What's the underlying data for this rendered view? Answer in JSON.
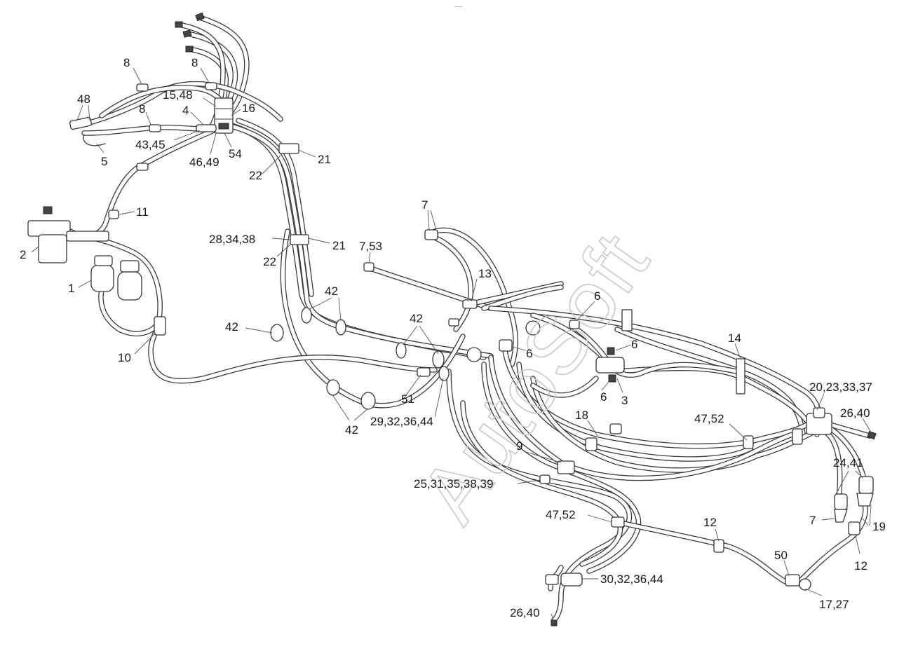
{
  "watermark": "AutoSoft",
  "top_mark": "‒‒",
  "callouts": [
    {
      "id": "c-8a",
      "text": "8"
    },
    {
      "id": "c-8b",
      "text": "8"
    },
    {
      "id": "c-48",
      "text": "48"
    },
    {
      "id": "c-8c",
      "text": "8"
    },
    {
      "id": "c-15-48",
      "text": "15,48"
    },
    {
      "id": "c-4",
      "text": "4"
    },
    {
      "id": "c-16",
      "text": "16"
    },
    {
      "id": "c-43-45",
      "text": "43,45"
    },
    {
      "id": "c-5",
      "text": "5"
    },
    {
      "id": "c-46-49",
      "text": "46,49"
    },
    {
      "id": "c-54",
      "text": "54"
    },
    {
      "id": "c-21a",
      "text": "21"
    },
    {
      "id": "c-22a",
      "text": "22"
    },
    {
      "id": "c-11",
      "text": "11"
    },
    {
      "id": "c-2",
      "text": "2"
    },
    {
      "id": "c-1",
      "text": "1"
    },
    {
      "id": "c-10",
      "text": "10"
    },
    {
      "id": "c-28-34-38",
      "text": "28,34,38"
    },
    {
      "id": "c-21b",
      "text": "21"
    },
    {
      "id": "c-22b",
      "text": "22"
    },
    {
      "id": "c-7a",
      "text": "7"
    },
    {
      "id": "c-7-53",
      "text": "7,53"
    },
    {
      "id": "c-13",
      "text": "13"
    },
    {
      "id": "c-42a",
      "text": "42"
    },
    {
      "id": "c-42b",
      "text": "42"
    },
    {
      "id": "c-42c",
      "text": "42"
    },
    {
      "id": "c-42d",
      "text": "42"
    },
    {
      "id": "c-6a",
      "text": "6"
    },
    {
      "id": "c-6b",
      "text": "6"
    },
    {
      "id": "c-6c",
      "text": "6"
    },
    {
      "id": "c-6d",
      "text": "6"
    },
    {
      "id": "c-3",
      "text": "3"
    },
    {
      "id": "c-14",
      "text": "14"
    },
    {
      "id": "c-51",
      "text": "51"
    },
    {
      "id": "c-29-32-36-44",
      "text": "29,32,36,44"
    },
    {
      "id": "c-20-23-33-37",
      "text": "20,23,33,37"
    },
    {
      "id": "c-26-40a",
      "text": "26,40"
    },
    {
      "id": "c-47-52a",
      "text": "47,52"
    },
    {
      "id": "c-18",
      "text": "18"
    },
    {
      "id": "c-9",
      "text": "9"
    },
    {
      "id": "c-25-31-35-38-39",
      "text": "25,31,35,38,39"
    },
    {
      "id": "c-24-41",
      "text": "24,41"
    },
    {
      "id": "c-47-52b",
      "text": "47,52"
    },
    {
      "id": "c-12a",
      "text": "12"
    },
    {
      "id": "c-7b",
      "text": "7"
    },
    {
      "id": "c-19",
      "text": "19"
    },
    {
      "id": "c-12b",
      "text": "12"
    },
    {
      "id": "c-50",
      "text": "50"
    },
    {
      "id": "c-30-32-36-44",
      "text": "30,32,36,44"
    },
    {
      "id": "c-17-27",
      "text": "17,27"
    },
    {
      "id": "c-26-40b",
      "text": "26,40"
    }
  ]
}
